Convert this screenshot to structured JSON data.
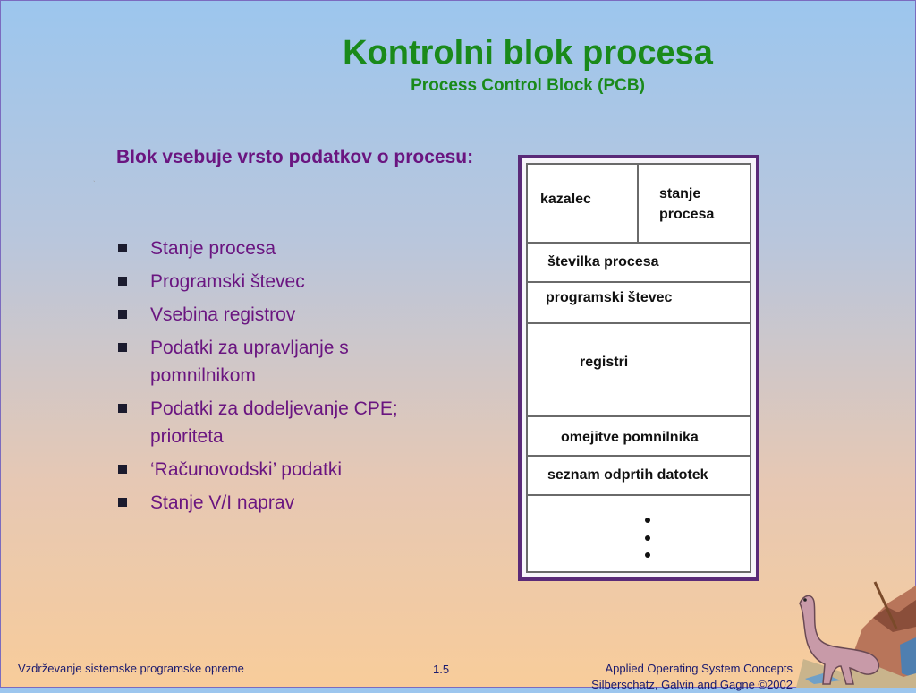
{
  "slide": {
    "title": "Kontrolni blok procesa",
    "subtitle": "Process Control Block (PCB)",
    "intro": "Blok vsebuje vrsto podatkov o procesu:",
    "speck": "`",
    "bullets": [
      "Stanje procesa",
      "Programski števec",
      "Vsebina registrov",
      "Podatki za upravljanje s pomnilnikom",
      "Podatki za dodeljevanje CPE; prioriteta",
      "‘Računovodski’ podatki",
      "Stanje V/I naprav"
    ],
    "bullet_icon": "square-bullet-icon"
  },
  "pcb": {
    "pointer": "kazalec",
    "state_line1": "stanje",
    "state_line2": "procesa",
    "process_number": "številka procesa",
    "program_counter": "programski števec",
    "registers": "registri",
    "memory_limits": "omejitve pomnilnika",
    "open_files": "seznam odprtih datotek",
    "continuation_icon": "vertical-ellipsis-icon"
  },
  "footer": {
    "course": "Vzdrževanje sistemske programske opreme",
    "page": "1.5",
    "book_line1": "Applied Operating System Concepts",
    "book_line2": "Silberschatz, Galvin and  Gagne ©2002"
  },
  "colors": {
    "title": "#1a8a1a",
    "body_text": "#6a1580",
    "frame": "#5a2a78",
    "footer_text": "#1a1a6e"
  }
}
